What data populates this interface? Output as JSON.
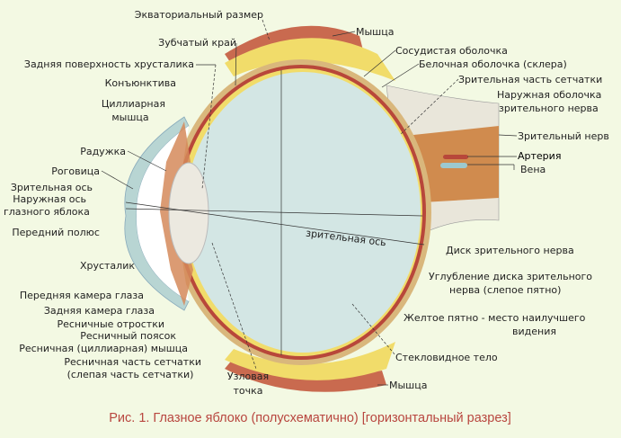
{
  "labels": {
    "equatorial": "Экваториальный размер",
    "ora_serrata": "Зубчатый край",
    "lens_posterior": "Задняя поверхность хрусталика",
    "conjunctiva": "Конъюнктива",
    "ciliary_muscle_1": "Циллиарная",
    "ciliary_muscle_2": "мышца",
    "iris": "Радужка",
    "cornea": "Роговица",
    "visual_axis": "Зрительная ось",
    "outer_axis_1": "Наружная ось",
    "outer_axis_2": "глазного яблока",
    "anterior_pole": "Передний полюс",
    "lens": "Хрусталик",
    "anterior_chamber": "Передняя камера глаза",
    "posterior_chamber": "Задняя камера глаза",
    "ciliary_processes": "Ресничные отростки",
    "ciliary_zonule": "Ресничный поясок",
    "ciliary_muscle_full": "Ресничная (циллиарная) мышца",
    "ciliary_retina_1": "Ресничная часть сетчатки",
    "ciliary_retina_2": "(слепая часть сетчатки)",
    "nodal_1": "Узловая",
    "nodal_2": "точка",
    "muscle_top": "Мышца",
    "choroid": "Сосудистая оболочка",
    "sclera": "Белочная оболочка (склера)",
    "optic_retina": "Зрительная часть сетчатки",
    "nerve_sheath_1": "Наружная оболочка",
    "nerve_sheath_2": "зрительного нерва",
    "optic_nerve": "Зрительный нерв",
    "artery": "Артерия",
    "vein": "Вена",
    "visual_axis_inner": "зрительная ось",
    "optic_disc": "Диск зрительного нерва",
    "disc_cup_1": "Углубление диска зрительного",
    "disc_cup_2": "нерва  (слепое пятно)",
    "macula_1": "Желтое пятно - место наилучшего",
    "macula_2": "видения",
    "vitreous": "Стекловидное тело",
    "muscle_bottom": "Мышца"
  },
  "caption": "Рис. 1. Глазное яблоко (полусхематично) [горизонтальный разрез]",
  "colors": {
    "background": "#f3f9e3",
    "caption": "#b8463f",
    "vitreous": "#d3e6e4",
    "sclera": "#d9b77c",
    "choroid": "#b8473a",
    "muscle": "#c96a4f",
    "fat": "#f1dc6a"
  }
}
